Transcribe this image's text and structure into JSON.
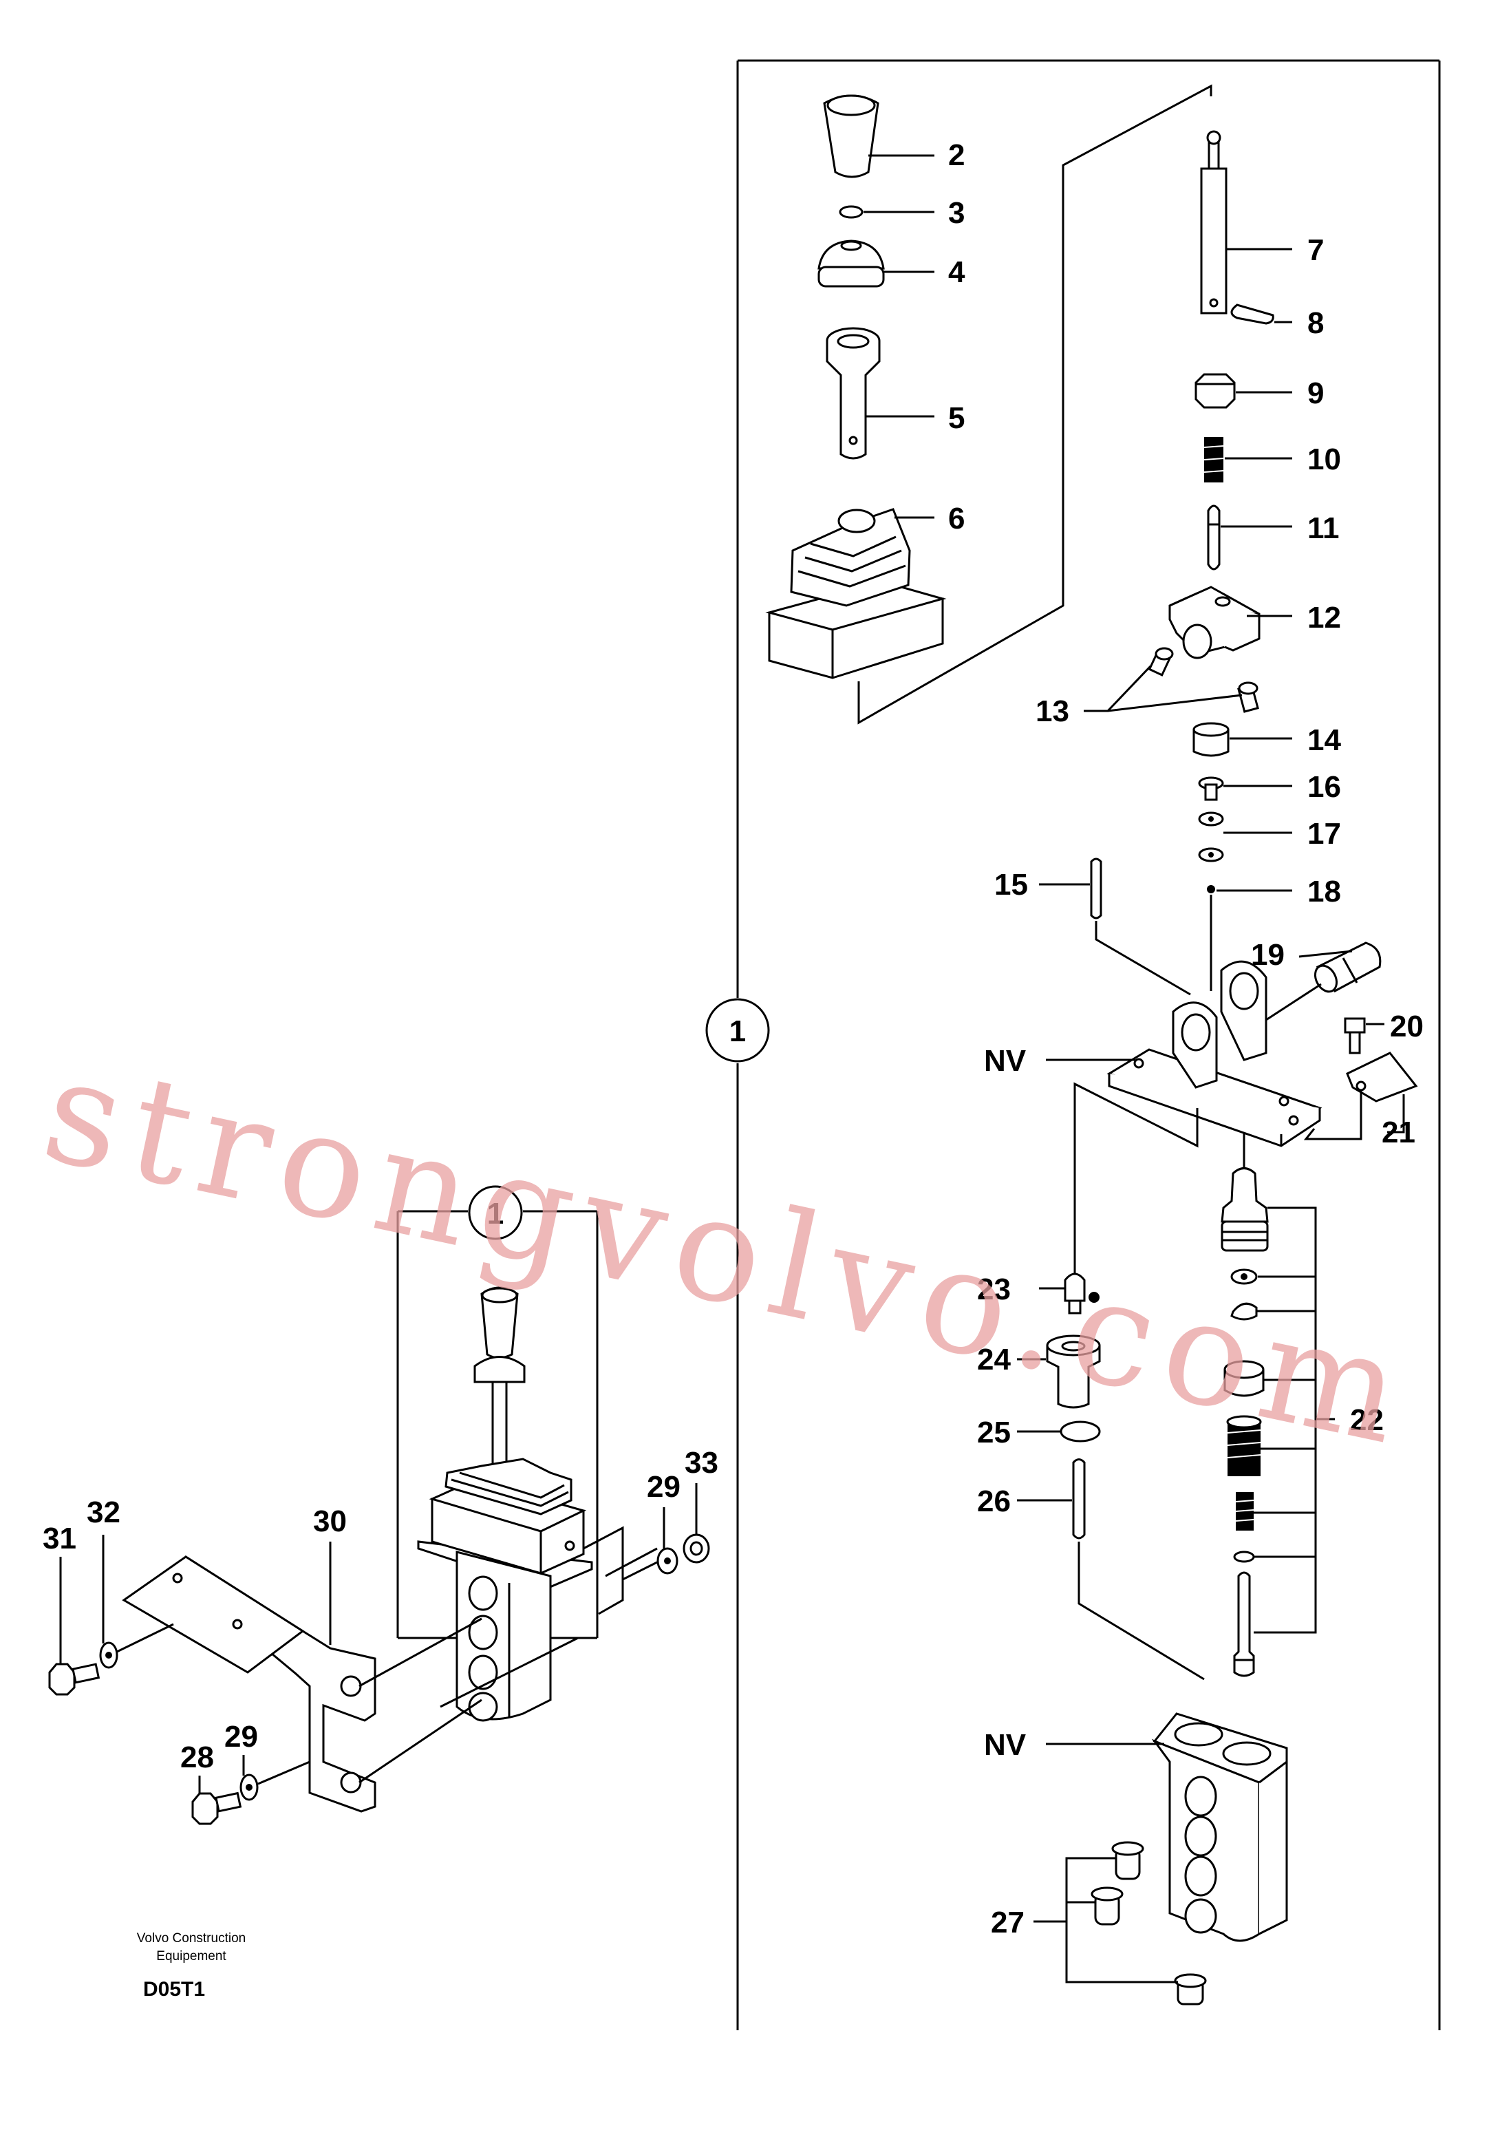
{
  "watermark": "strongvolvo.com",
  "publisher": {
    "line1": "Volvo Construction",
    "line2": "Equipement"
  },
  "figure_code": "D05T1",
  "callouts": {
    "detail_ref": "1"
  },
  "labels": {
    "l2": "2",
    "l3": "3",
    "l4": "4",
    "l5": "5",
    "l6": "6",
    "l7": "7",
    "l8": "8",
    "l9": "9",
    "l10": "10",
    "l11": "11",
    "l12": "12",
    "l13": "13",
    "l14": "14",
    "l15": "15",
    "l16": "16",
    "l17": "17",
    "l18": "18",
    "l19": "19",
    "l20": "20",
    "l21": "21",
    "l22": "22",
    "l23": "23",
    "l24": "24",
    "l25": "25",
    "l26": "26",
    "l27": "27",
    "l28": "28",
    "l29a": "29",
    "l29b": "29",
    "l30": "30",
    "l31": "31",
    "l32": "32",
    "l33": "33",
    "nv1": "NV",
    "nv2": "NV"
  }
}
